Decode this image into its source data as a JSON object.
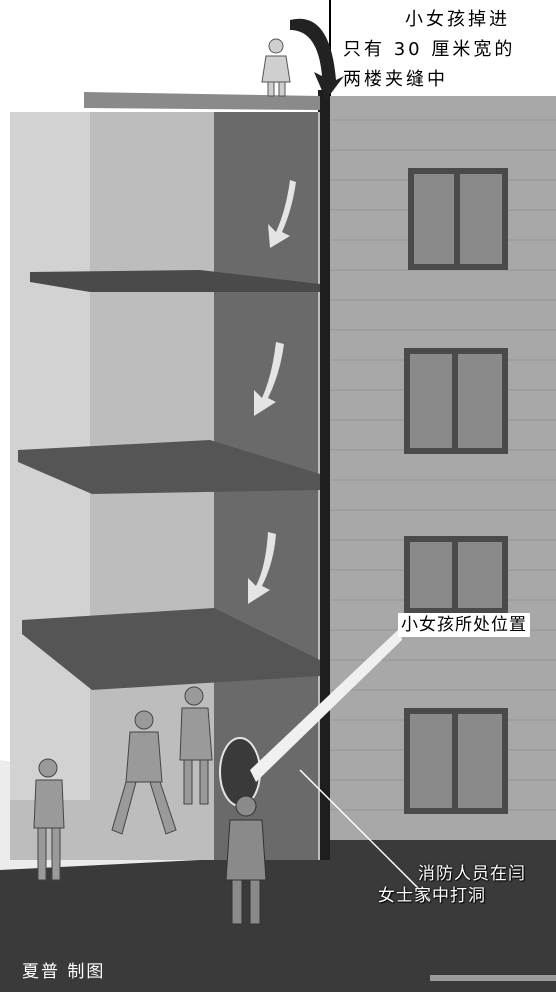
{
  "caption": {
    "lines": [
      "小女孩掉进",
      "只有 30 厘米宽的",
      "两楼夹缝中"
    ]
  },
  "annotations": {
    "girl_position": "小女孩所处位置",
    "firefighters_line1": "消防人员在闫",
    "firefighters_line2": "女士家中打洞"
  },
  "credit": "夏普  制图",
  "colors": {
    "background": "#ffffff",
    "ground": "#3a3a3a",
    "wall_light": "#bdbdbd",
    "wall_dark": "#6a6a6a",
    "brick": "#a8a8a8",
    "window_glass": "#8a8a8a",
    "arrow": "#e4e4e4"
  }
}
